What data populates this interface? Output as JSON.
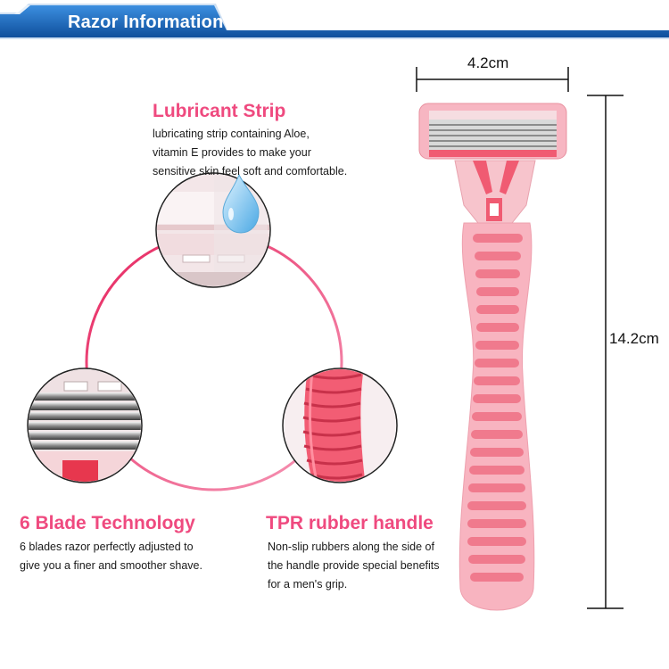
{
  "header": {
    "title": "Razor Information"
  },
  "features": {
    "lubricant": {
      "title": "Lubricant Strip",
      "lines": [
        "lubricating strip containing Aloe,",
        "vitamin E provides to make your",
        "sensitive skin feel soft and comfortable."
      ]
    },
    "blades": {
      "title": "6 Blade Technology",
      "lines": [
        "6 blades razor perfectly adjusted to",
        "give you a finer and smoother shave."
      ]
    },
    "handle": {
      "title": "TPR rubber handle",
      "lines": [
        "Non-slip rubbers along the side of",
        "the handle provide special benefits",
        "for a men's grip."
      ]
    }
  },
  "dimensions": {
    "width": "4.2cm",
    "height": "14.2cm"
  },
  "colors": {
    "header_blue": "#1a64b7",
    "accent_pink": "#ef4a7f",
    "razor_pink": "#f7b7c2",
    "rubber_red": "#f05b72"
  },
  "icons": [
    "water-drop-icon"
  ]
}
